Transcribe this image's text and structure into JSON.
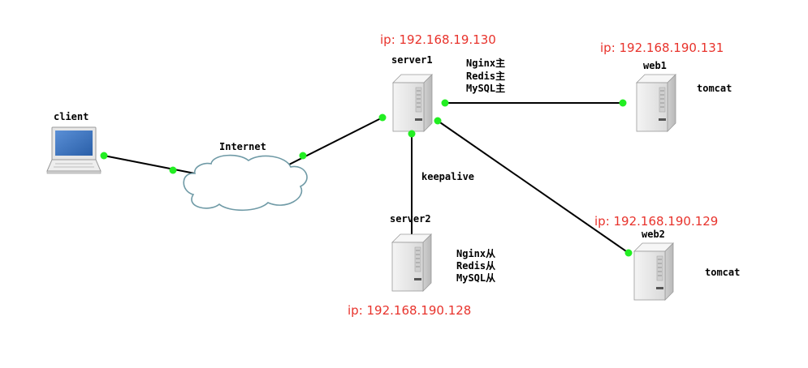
{
  "nodes": {
    "client": {
      "label": "client"
    },
    "internet": {
      "label": "Internet"
    },
    "server1": {
      "label": "server1",
      "ip": "ip: 192.168.19.130",
      "services": [
        "Nginx主",
        "Redis主",
        "MySQL主"
      ]
    },
    "server2": {
      "label": "server2",
      "ip": "ip: 192.168.190.128",
      "services": [
        "Nginx从",
        "Redis从",
        "MySQL从"
      ]
    },
    "web1": {
      "label": "web1",
      "ip": "ip: 192.168.190.131",
      "app": "tomcat"
    },
    "web2": {
      "label": "web2",
      "ip": "ip: 192.168.190.129",
      "app": "tomcat"
    }
  },
  "links": {
    "server1_server2": {
      "label": "keepalive"
    }
  },
  "colors": {
    "ip_text": "#e8332c",
    "link_dot": "#22ee22",
    "link_line": "#000000",
    "cloud_stroke": "#6f9aa6",
    "server_body": "#e8e8e8"
  }
}
